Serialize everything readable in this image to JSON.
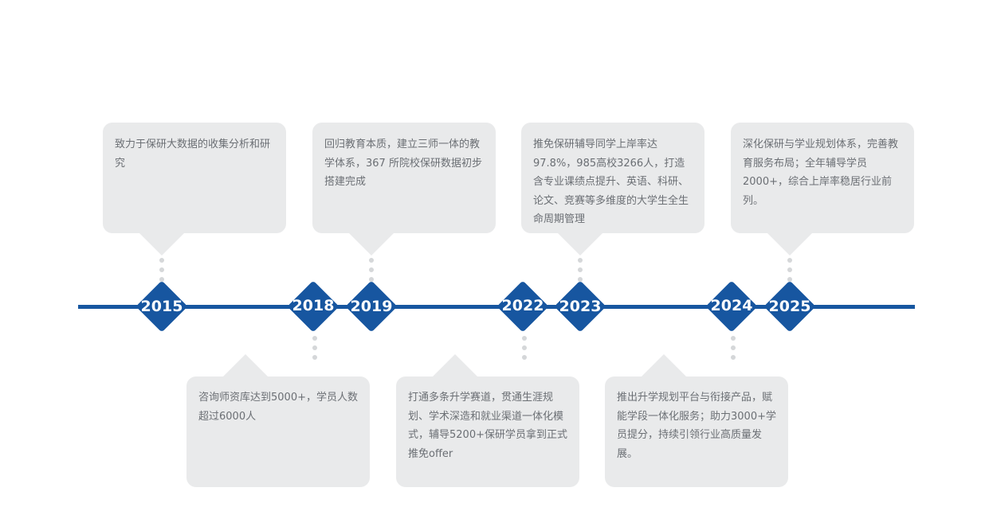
{
  "milestones": [
    {
      "year": "2015",
      "text": "致力于保研大数据的收集分析和研究"
    },
    {
      "year": "2018",
      "text": "咨询师资库达到5000+，学员人数超过6000人"
    },
    {
      "year": "2019",
      "text": "回归教育本质，建立三师一体的教学体系，367 所院校保研数据初步搭建完成"
    },
    {
      "year": "2022",
      "text": "打通多条升学赛道，贯通生涯规划、学术深造和就业渠道一体化模式，辅导5200+保研学员拿到正式推免offer"
    },
    {
      "year": "2023",
      "text": "推免保研辅导同学上岸率达97.8%，985高校3266人，打造含专业课绩点提升、英语、科研、论文、竞赛等多维度的大学生全生命周期管理"
    },
    {
      "year": "2024",
      "text": "推出升学规划平台与衔接产品，赋能学段一体化服务；助力3000+学员提分，持续引领行业高质量发展。"
    },
    {
      "year": "2025",
      "text": "深化保研与学业规划体系，完善教育服务布局；全年辅导学员2000+，综合上岸率稳居行业前列。"
    }
  ],
  "colors": {
    "line": "#1756a0",
    "diamond": "#1756a0",
    "card": "#e9eaeb",
    "text": "#6b6f74",
    "dot": "#d5d7d9"
  }
}
